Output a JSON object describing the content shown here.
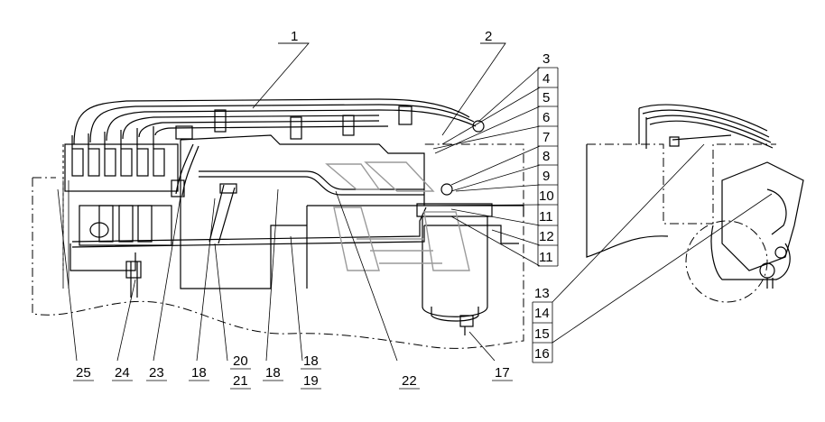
{
  "callouts": [
    "1",
    "2",
    "3",
    "4",
    "5",
    "6",
    "7",
    "8",
    "9",
    "10",
    "11",
    "12",
    "11",
    "13",
    "14",
    "15",
    "16",
    "17",
    "18",
    "19",
    "20",
    "21",
    "22",
    "18",
    "18",
    "23",
    "24",
    "25"
  ]
}
